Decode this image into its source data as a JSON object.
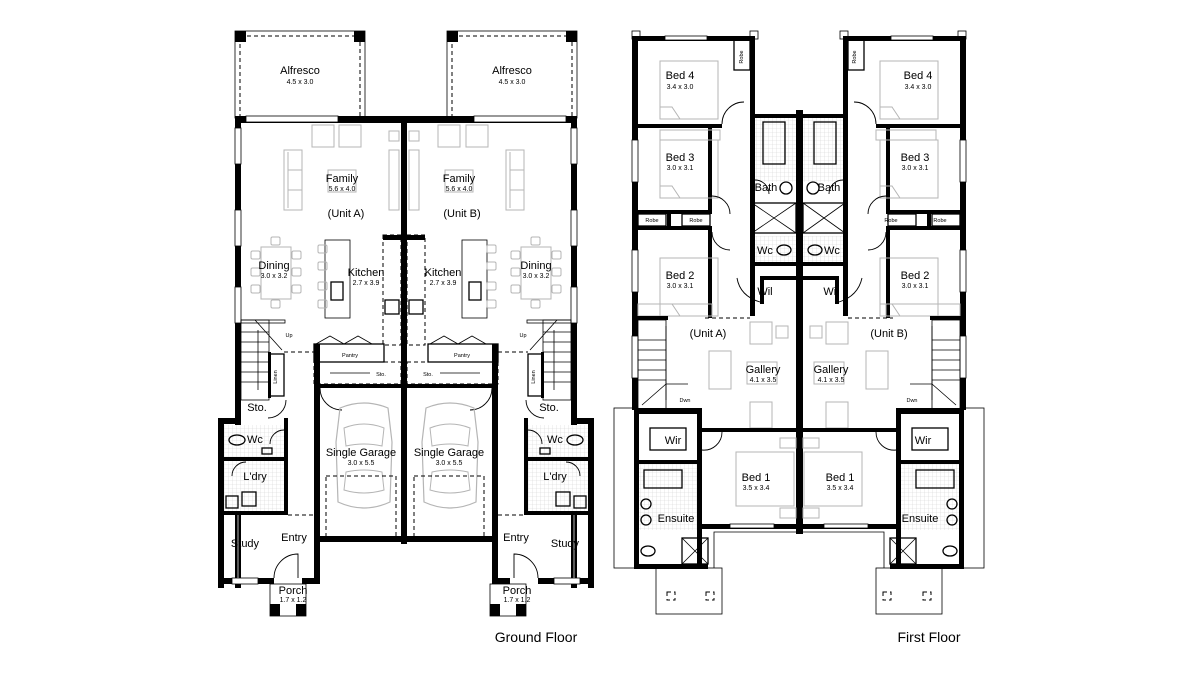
{
  "ground_floor": {
    "title": "Ground Floor",
    "unit_a": {
      "label": "(Unit A)",
      "alfresco": {
        "name": "Alfresco",
        "size": "4.5 x 3.0"
      },
      "family": {
        "name": "Family",
        "size": "5.6 x 4.0"
      },
      "dining": {
        "name": "Dining",
        "size": "3.0 x 3.2"
      },
      "kitchen": {
        "name": "Kitchen",
        "size": "2.7 x 3.9"
      },
      "pantry": "Pantry",
      "store_kitchen": "Sto.",
      "linen": "Linen",
      "stair_up": "Up",
      "store": "Sto.",
      "wc": "Wc",
      "laundry": "L'dry",
      "garage": {
        "name": "Single Garage",
        "size": "3.0 x 5.5"
      },
      "study": "Study",
      "entry": "Entry",
      "porch": {
        "name": "Porch",
        "size": "1.7 x 1.2"
      }
    },
    "unit_b": {
      "label": "(Unit B)",
      "alfresco": {
        "name": "Alfresco",
        "size": "4.5 x 3.0"
      },
      "family": {
        "name": "Family",
        "size": "5.6 x 4.0"
      },
      "dining": {
        "name": "Dining",
        "size": "3.0 x 3.2"
      },
      "kitchen": {
        "name": "Kitchen",
        "size": "2.7 x 3.9"
      },
      "pantry": "Pantry",
      "store_kitchen": "Sto.",
      "linen": "Linen",
      "stair_up": "Up",
      "store": "Sto.",
      "wc": "Wc",
      "laundry": "L'dry",
      "garage": {
        "name": "Single Garage",
        "size": "3.0 x 5.5"
      },
      "study": "Study",
      "entry": "Entry",
      "porch": {
        "name": "Porch",
        "size": "1.7 x 1.2"
      }
    }
  },
  "first_floor": {
    "title": "First Floor",
    "unit_a": {
      "label": "(Unit A)",
      "bed4": {
        "name": "Bed 4",
        "size": "3.4 x 3.0"
      },
      "bed4_robe": "Robe",
      "bed3": {
        "name": "Bed 3",
        "size": "3.0 x 3.1"
      },
      "robe_1": "Robe",
      "robe_2": "Robe",
      "bed2": {
        "name": "Bed 2",
        "size": "3.0 x 3.1"
      },
      "bath": "Bath",
      "wc": "Wc",
      "wil": "Wil",
      "gallery": {
        "name": "Gallery",
        "size": "4.1 x 3.5"
      },
      "stair_down": "Dwn",
      "wir": "Wir",
      "bed1": {
        "name": "Bed 1",
        "size": "3.5 x 3.4"
      },
      "ensuite": "Ensuite"
    },
    "unit_b": {
      "label": "(Unit B)",
      "bed4": {
        "name": "Bed 4",
        "size": "3.4 x 3.0"
      },
      "bed4_robe": "Robe",
      "bed3": {
        "name": "Bed 3",
        "size": "3.0 x 3.1"
      },
      "robe_1": "Robe",
      "robe_2": "Robe",
      "bed2": {
        "name": "Bed 2",
        "size": "3.0 x 3.1"
      },
      "bath": "Bath",
      "wc": "Wc",
      "wil": "Wil",
      "gallery": {
        "name": "Gallery",
        "size": "4.1 x 3.5"
      },
      "stair_down": "Dwn",
      "wir": "Wir",
      "bed1": {
        "name": "Bed 1",
        "size": "3.5 x 3.4"
      },
      "ensuite": "Ensuite"
    }
  },
  "colors": {
    "wall": "#000000",
    "furniture": "#b5b5b5",
    "background": "#ffffff"
  }
}
